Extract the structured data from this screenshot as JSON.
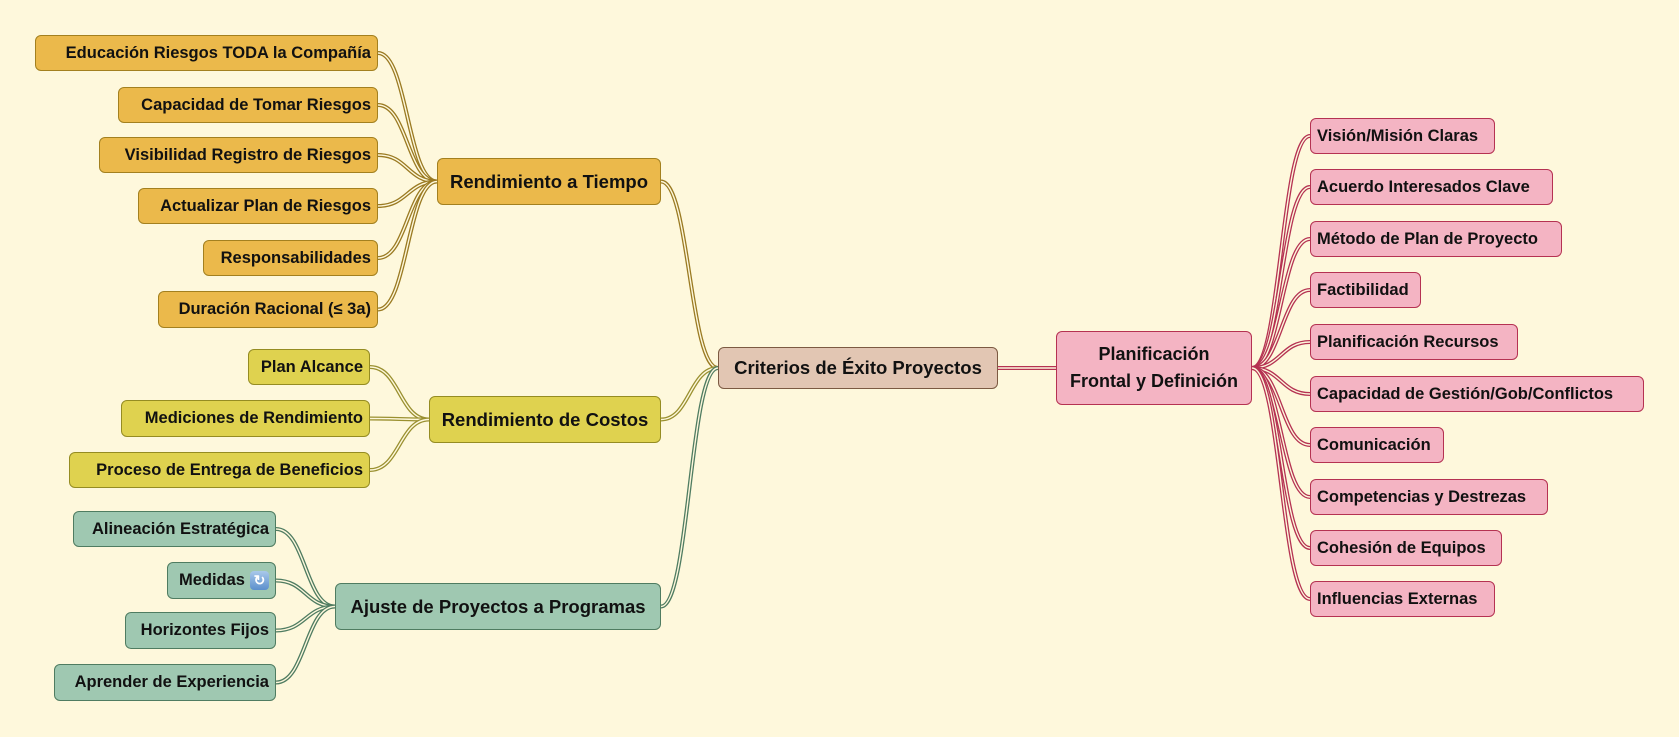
{
  "root": {
    "label": "Criterios de Éxito Proyectos"
  },
  "branches": {
    "tiempo": {
      "label": "Rendimiento a Tiempo",
      "children": [
        "Educación Riesgos TODA la Compañía",
        "Capacidad de Tomar Riesgos",
        "Visibilidad Registro de Riesgos",
        "Actualizar Plan de Riesgos",
        "Responsabilidades",
        "Duración Racional (≤ 3a)"
      ]
    },
    "costos": {
      "label": "Rendimiento de Costos",
      "children": [
        "Plan Alcance",
        "Mediciones de Rendimiento",
        "Proceso de Entrega de Beneficios"
      ]
    },
    "ajuste": {
      "label": "Ajuste de Proyectos a Programas",
      "children": [
        "Alineación Estratégica",
        "Medidas",
        "Horizontes Fijos",
        "Aprender de Experiencia"
      ],
      "icons": {
        "medidas": "refresh-icon"
      }
    },
    "planif": {
      "label_line1": "Planificación",
      "label_line2": "Frontal y Definición",
      "children": [
        "Visión/Misión Claras",
        "Acuerdo Interesados Clave",
        "Método de Plan de Proyecto",
        "Factibilidad",
        "Planificación Recursos",
        "Capacidad de Gestión/Gob/Conflictos",
        "Comunicación",
        "Competencias y Destrezas",
        "Cohesión de Equipos",
        "Influencias Externas"
      ]
    }
  },
  "colors": {
    "background": "#fef8dc",
    "tiempo": "#ebb94b",
    "costos": "#dfd24f",
    "ajuste": "#9fc8b1",
    "planif": "#f4b4c3",
    "root": "#e2c6b3"
  }
}
